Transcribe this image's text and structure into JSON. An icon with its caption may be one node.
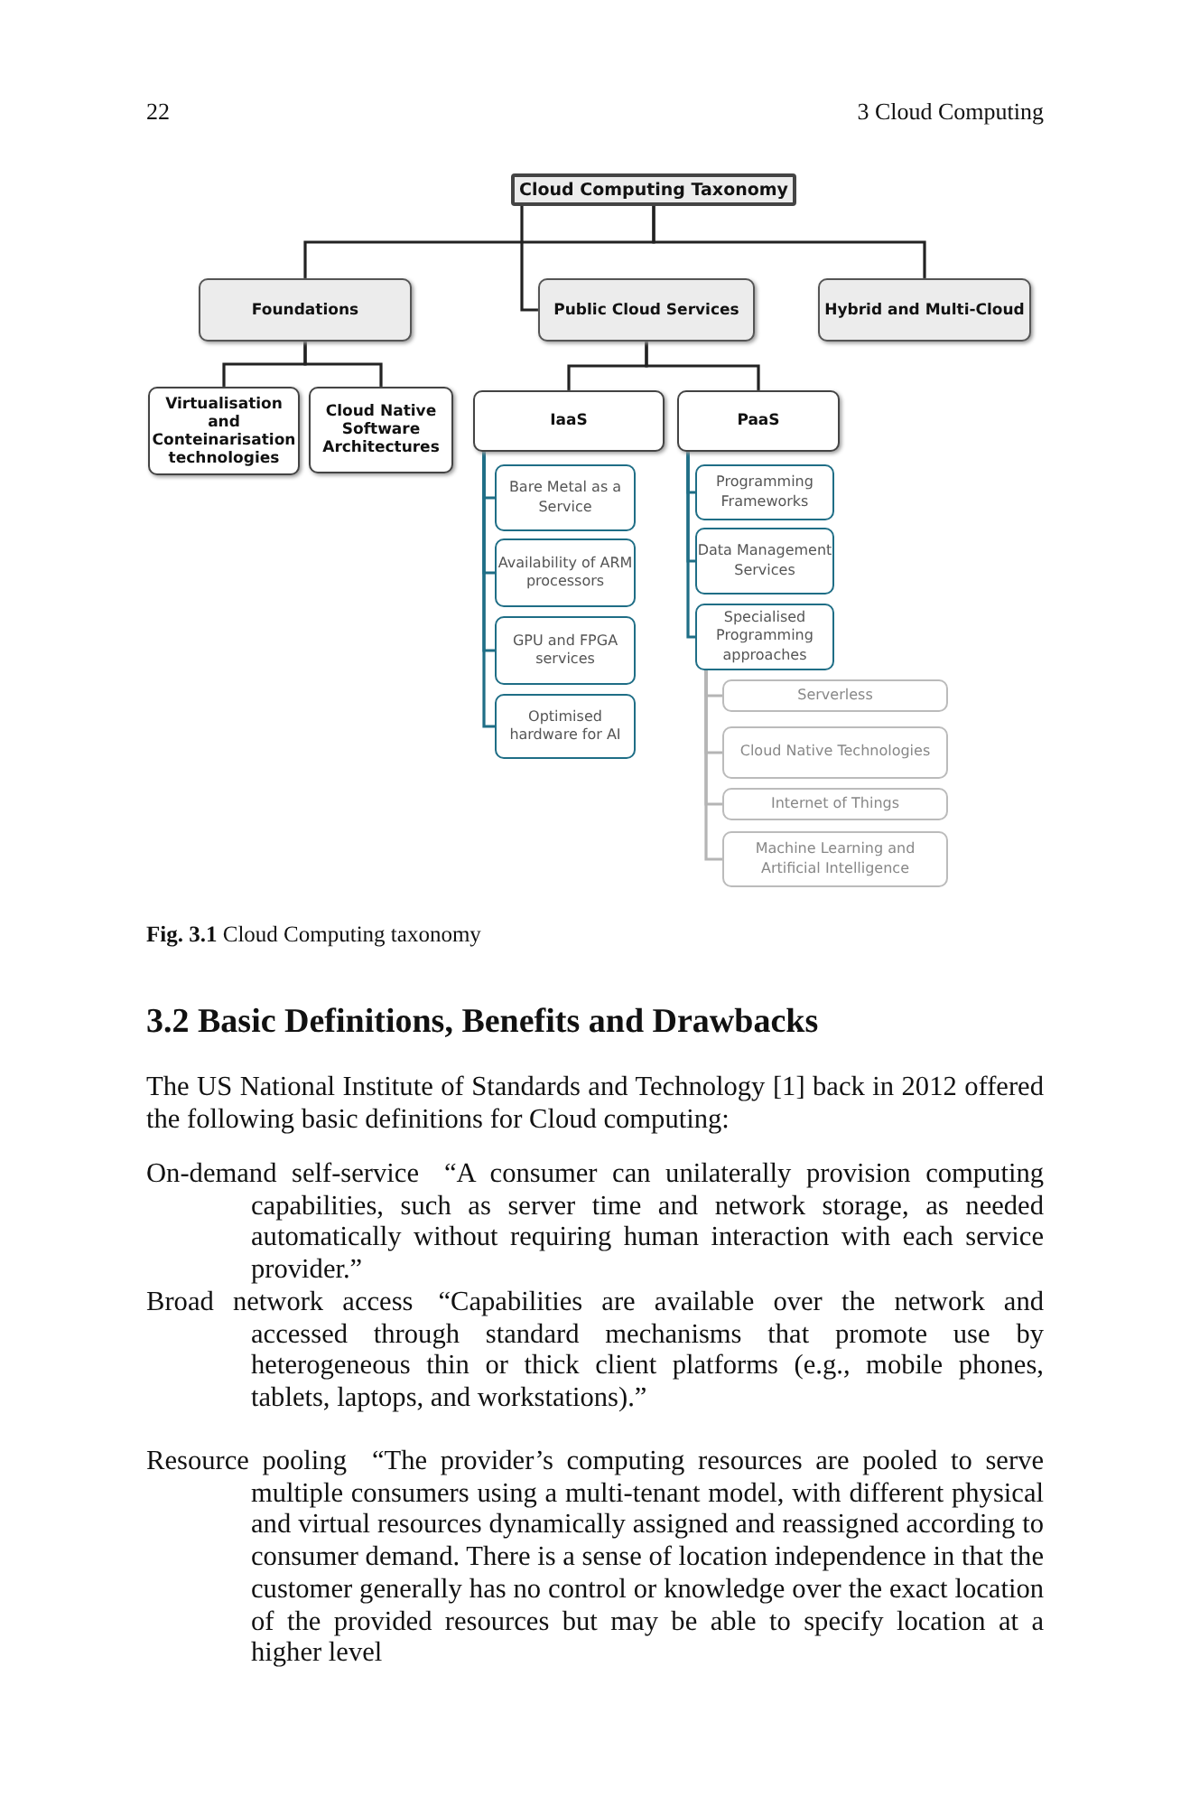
{
  "diagram": {
    "caption": "**Fig. 3.1** Cloud Computing taxonomy",
    "nodes": [
      {
        "text": [
          "Cloud Computing Taxonomy"
        ]
      },
      {
        "text": [
          "Foundations"
        ]
      },
      {
        "text": [
          "Public Cloud Services"
        ]
      },
      {
        "text": [
          "Hybrid and Multi-Cloud"
        ]
      },
      {
        "text": [
          "Virtualisation and Conteinarisation technologies"
        ]
      },
      {
        "text": [
          "Cloud Native Software Architectures"
        ]
      },
      {
        "text": [
          "IaaS"
        ]
      },
      {
        "text": [
          "PaaS"
        ]
      },
      {
        "text": [
          "Bare Metal as a Service"
        ]
      },
      {
        "text": [
          "Availability of ARM processors"
        ]
      },
      {
        "text": [
          "GPU and FPGA services"
        ]
      },
      {
        "text": [
          "Optimised hardware for AI"
        ]
      },
      {
        "text": [
          "Programming Frameworks"
        ]
      },
      {
        "text": [
          "Data Management Services"
        ]
      },
      {
        "text": [
          "Specialised Programming approaches"
        ]
      },
      {
        "text": [
          "Serverless"
        ]
      },
      {
        "text": [
          "Cloud Native Technologies"
        ]
      },
      {
        "text": [
          "Internet of Things"
        ]
      },
      {
        "text": [
          "Machine Learning and Artificial Intelligence"
        ]
      }
    ],
    "edges": [
      {
        "from": 0,
        "to": 1,
        "arrow": "none"
      },
      {
        "from": 0,
        "to": 2,
        "arrow": "none"
      },
      {
        "from": 0,
        "to": 3,
        "arrow": "none"
      },
      {
        "from": 1,
        "to": 4,
        "arrow": "none"
      },
      {
        "from": 1,
        "to": 5,
        "arrow": "none"
      },
      {
        "from": 2,
        "to": 6,
        "arrow": "none"
      },
      {
        "from": 2,
        "to": 7,
        "arrow": "none"
      },
      {
        "from": 6,
        "to": 8,
        "arrow": "none",
        "color": "#1f6e86"
      },
      {
        "from": 6,
        "to": 9,
        "arrow": "none",
        "color": "#1f6e86"
      },
      {
        "from": 6,
        "to": 10,
        "arrow": "none",
        "color": "#1f6e86"
      },
      {
        "from": 6,
        "to": 11,
        "arrow": "none",
        "color": "#1f6e86"
      },
      {
        "from": 7,
        "to": 12,
        "arrow": "none",
        "color": "#1f6e86"
      },
      {
        "from": 7,
        "to": 13,
        "arrow": "none",
        "color": "#1f6e86"
      },
      {
        "from": 7,
        "to": 14,
        "arrow": "none",
        "color": "#1f6e86"
      },
      {
        "from": 14,
        "to": 15,
        "arrow": "none",
        "color": "#b5b5b5"
      },
      {
        "from": 14,
        "to": 16,
        "arrow": "none",
        "color": "#b5b5b5"
      },
      {
        "from": 14,
        "to": 17,
        "arrow": "none",
        "color": "#b5b5b5"
      },
      {
        "from": 14,
        "to": 18,
        "arrow": "none",
        "color": "#b5b5b5"
      }
    ],
    "labels": [
      "22",
      "3 Cloud Computing",
      "3.2 Basic Definitions, Benefits and Drawbacks",
      "The US National Institute of Standards and Technology [1] back in 2012 offered the following basic definitions for Cloud computing:",
      "On-demand self-service",
      "“A consumer can unilaterally provision computing capabilities, such as server time and network storage, as needed automatically without requiring human interaction with each service provider.”",
      "Broad network access",
      "“Capabilities are available over the network and accessed through standard mechanisms that promote use by heterogeneous thin or thick client platforms (e.g., mobile phones, tablets, laptops, and workstations).”",
      "Resource pooling",
      "“The provider’s computing resources are pooled to serve multiple consumers using a multi-tenant model, with different physical and virtual resources dynamically assigned and reassigned according to consumer demand. There is a sense of location independence in that the customer generally has no control or knowledge over the exact location of the provided resources but may be able to specify location at a higher level"
    ]
  }
}
